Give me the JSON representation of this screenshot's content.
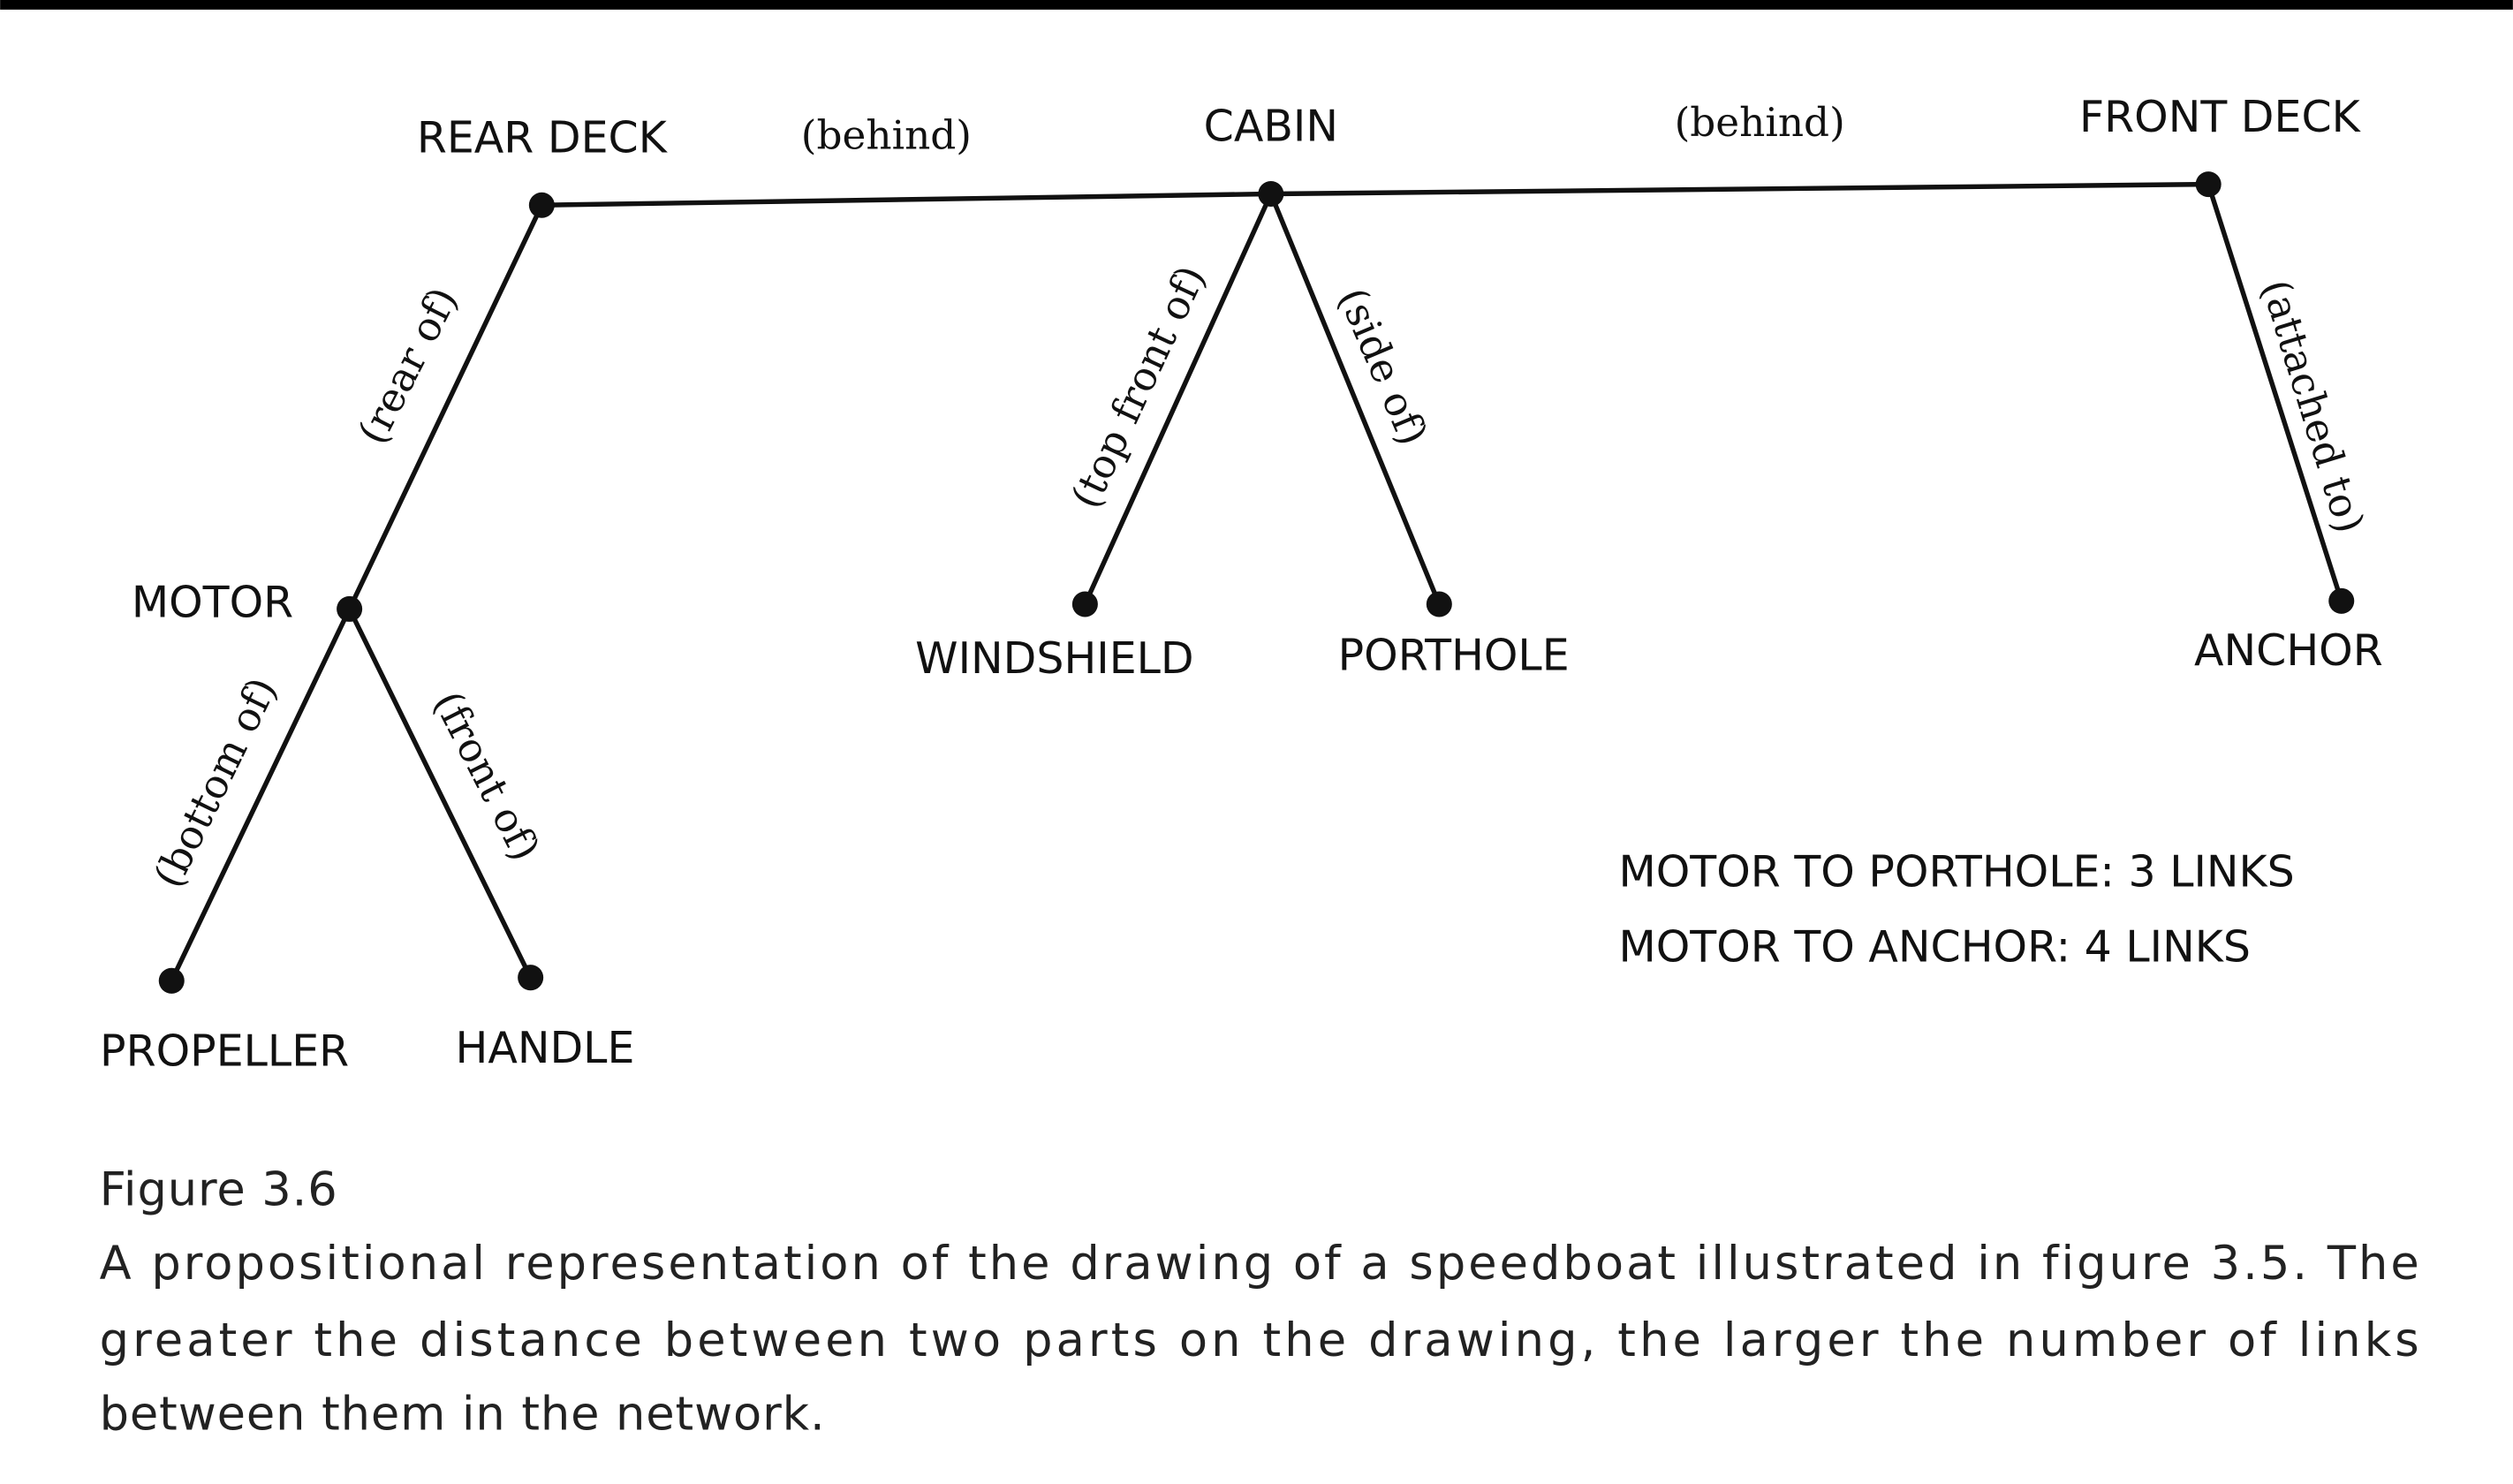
{
  "nodes": {
    "rear_deck": "REAR DECK",
    "cabin": "CABIN",
    "front_deck": "FRONT DECK",
    "motor": "MOTOR",
    "propeller": "PROPELLER",
    "handle": "HANDLE",
    "windshield": "WINDSHIELD",
    "porthole": "PORTHOLE",
    "anchor": "ANCHOR"
  },
  "relations": {
    "rear_cabin": "(behind)",
    "cabin_front": "(behind)",
    "motor_rear": "(rear of)",
    "propeller_motor": "(bottom of)",
    "handle_motor": "(front of)",
    "windshield_cabin": "(top front of)",
    "porthole_cabin": "(side of)",
    "anchor_front": "(attached to)"
  },
  "notes": [
    "MOTOR TO PORTHOLE: 3 LINKS",
    "MOTOR TO ANCHOR: 4 LINKS"
  ],
  "caption": {
    "title": "Figure 3.6",
    "lines": [
      "A propositional representation of the drawing of a speedboat illustrated in figure 3.5. The",
      "greater the distance between two parts on the drawing, the larger the number of links",
      "between them in the network."
    ]
  }
}
